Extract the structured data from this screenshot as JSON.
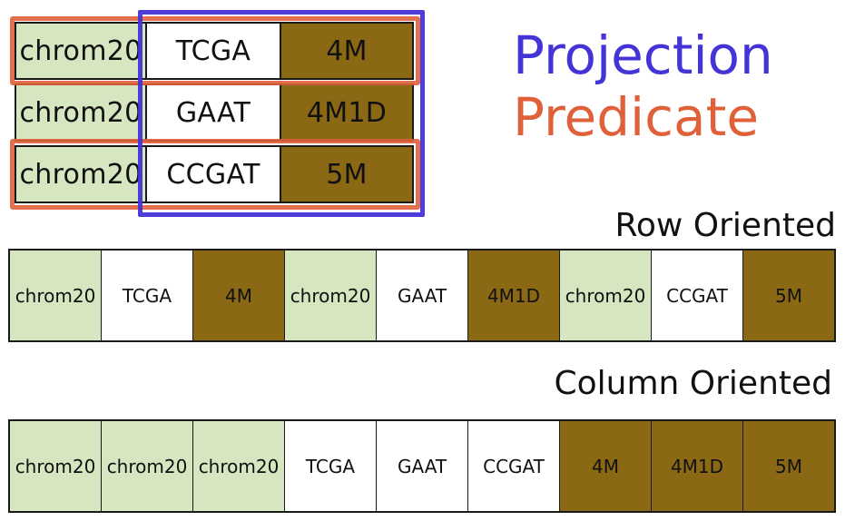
{
  "legend": {
    "projection": "Projection",
    "predicate": "Predicate",
    "projection_color": "#4433d6",
    "predicate_color": "#e0603a"
  },
  "table": {
    "rows": [
      [
        "chrom20",
        "TCGA",
        "4M"
      ],
      [
        "chrom20",
        "GAAT",
        "4M1D"
      ],
      [
        "chrom20",
        "CCGAT",
        "5M"
      ]
    ],
    "column_colors": [
      "#d6e6c0",
      "#ffffff",
      "#8b6914"
    ]
  },
  "row_oriented": {
    "title": "Row Oriented",
    "cells": [
      "chrom20",
      "TCGA",
      "4M",
      "chrom20",
      "GAAT",
      "4M1D",
      "chrom20",
      "CCGAT",
      "5M"
    ]
  },
  "column_oriented": {
    "title": "Column Oriented",
    "cells": [
      "chrom20",
      "chrom20",
      "chrom20",
      "TCGA",
      "GAAT",
      "CCGAT",
      "4M",
      "4M1D",
      "5M"
    ]
  }
}
